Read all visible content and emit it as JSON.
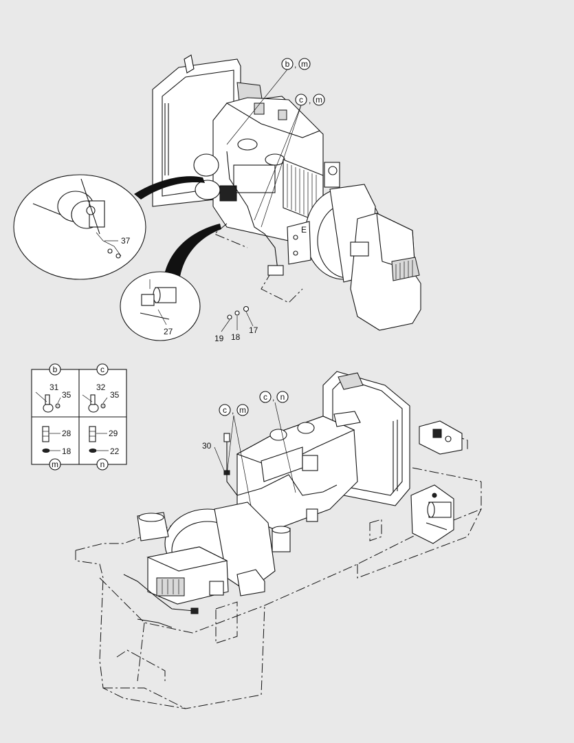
{
  "upper": {
    "refs": [
      {
        "letters": [
          "b",
          "m"
        ]
      },
      {
        "letters": [
          "c",
          "m"
        ]
      }
    ],
    "section_mark": "E",
    "callouts": {
      "alternator": "37",
      "relay": "27",
      "bolt": "17",
      "washer_a": "18",
      "washer_b": "19"
    }
  },
  "legend": {
    "cells": [
      {
        "key": "b",
        "parts": [
          "31",
          "35"
        ]
      },
      {
        "key": "c",
        "parts": [
          "32",
          "35"
        ]
      },
      {
        "key": "m",
        "parts": [
          "28",
          "18"
        ]
      },
      {
        "key": "n",
        "parts": [
          "29",
          "22"
        ]
      }
    ]
  },
  "lower": {
    "refs": [
      {
        "letters": [
          "c",
          "m"
        ]
      },
      {
        "letters": [
          "c",
          "n"
        ]
      }
    ],
    "callouts": {
      "harness": "30"
    }
  },
  "separator": ","
}
